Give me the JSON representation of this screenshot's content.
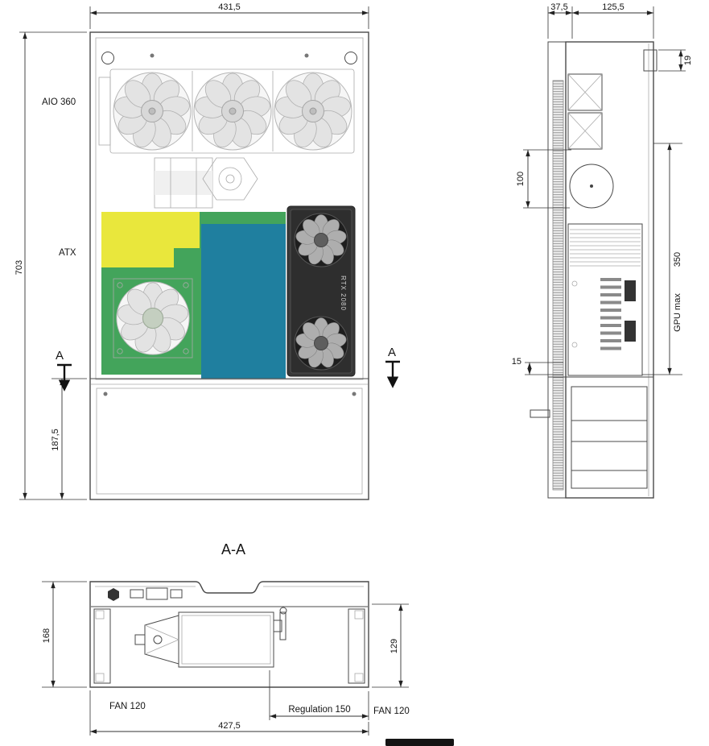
{
  "front_view": {
    "dim_width": "431,5",
    "dim_height": "703",
    "dim_psu_height": "187,5",
    "label_aio": "AIO 360",
    "label_atx": "ATX",
    "section_left": "A",
    "section_right": "A",
    "gpu_label": "RTX 2080"
  },
  "side_view": {
    "dim_front_depth": "37,5",
    "dim_body_depth": "125,5",
    "dim_top_bracket": "19",
    "dim_pump_offset": "100",
    "dim_gpu_length": "350",
    "label_gpu_max": "GPU max",
    "dim_bottom_gap": "15"
  },
  "section_view": {
    "title": "A-A",
    "dim_height": "168",
    "dim_inner_height": "129",
    "label_fan_left": "FAN 120",
    "label_fan_right": "FAN 120",
    "label_regulation": "Regulation 150",
    "dim_width": "427,5"
  },
  "colors": {
    "mobo_yellow": "#e9e73c",
    "mobo_green": "#43a45b",
    "mobo_teal": "#1f7f9f",
    "gpu_body": "#383838"
  }
}
